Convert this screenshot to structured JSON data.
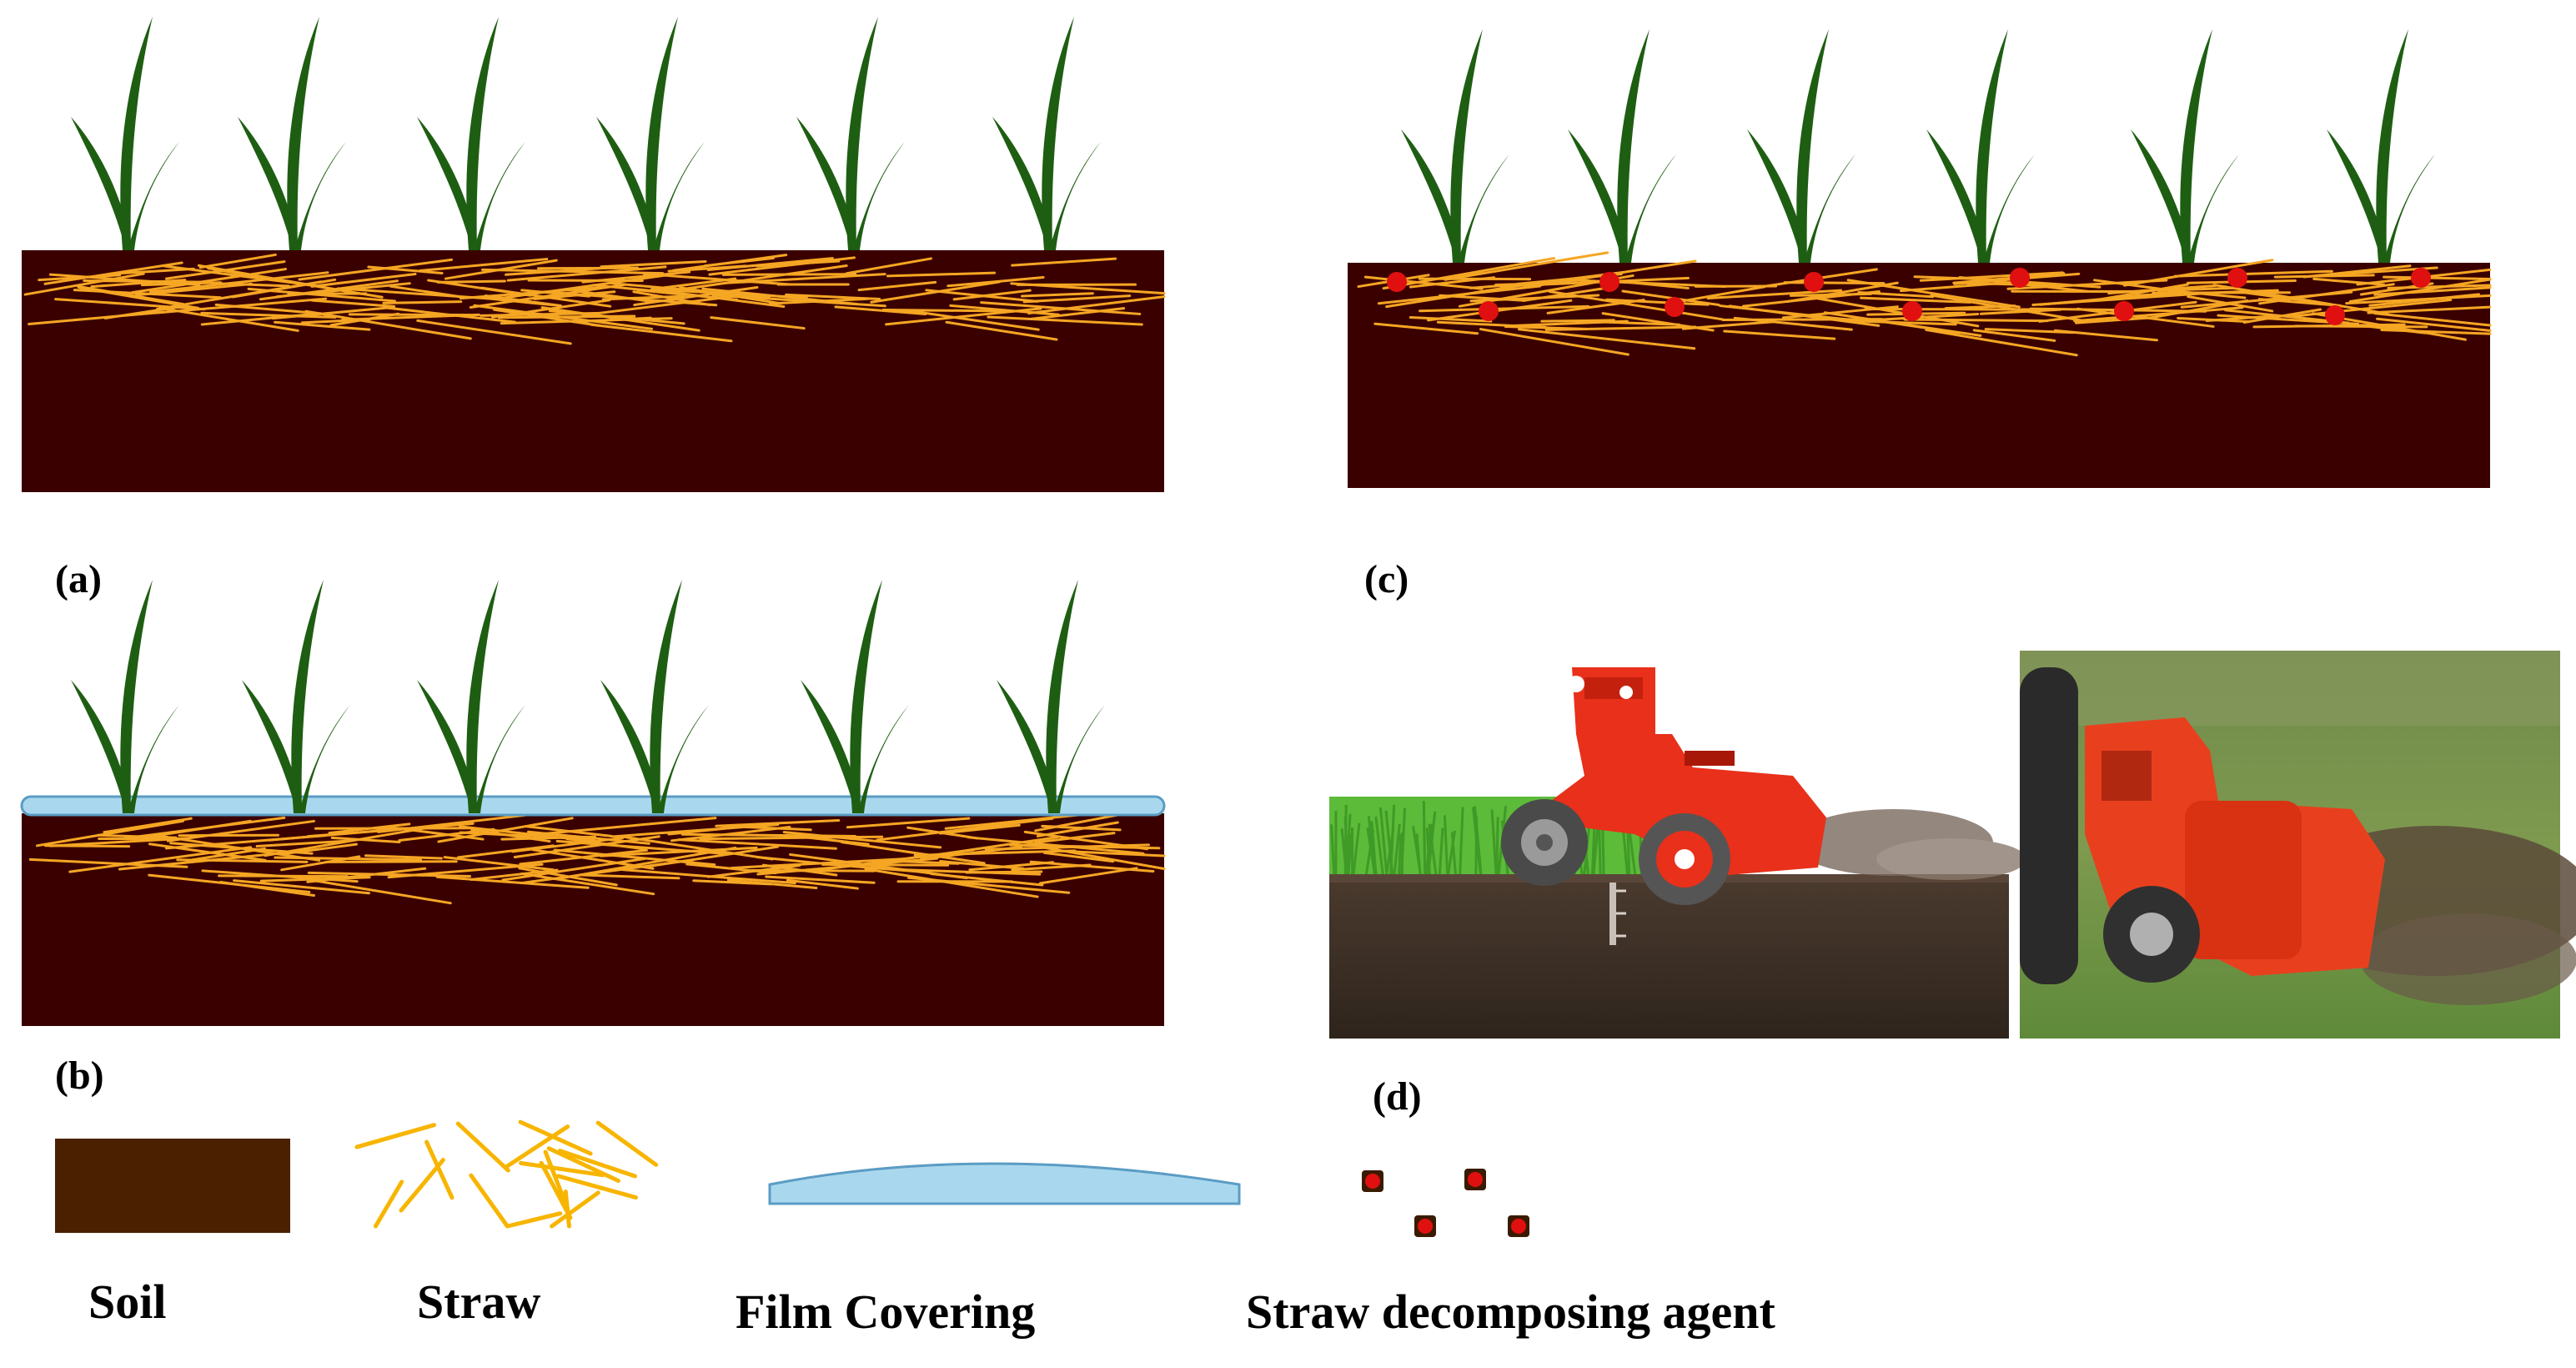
{
  "panels": {
    "a": {
      "label": "(a)"
    },
    "b": {
      "label": "(b)"
    },
    "c": {
      "label": "(c)"
    },
    "d": {
      "label": "(d)"
    }
  },
  "legend": {
    "soil": "Soil",
    "straw": "Straw",
    "film": "Film Covering",
    "agent": "Straw decomposing agent"
  },
  "colors": {
    "soil_panel": "#3a0000",
    "soil_legend": "#4a2000",
    "straw": "#f5a623",
    "straw_legend": "#f7b500",
    "plant": "#1e5e12",
    "film": "#a9d8ee",
    "film_edge": "#5b9cc4",
    "agent": "#e01010",
    "machine": "#e8301a",
    "grass": "#5dbb3a",
    "dirt": "#3a2e26"
  },
  "icons": {
    "plant": "seedling-icon",
    "machine": "rotary-tiller-icon",
    "wheel": "wheel-icon"
  }
}
